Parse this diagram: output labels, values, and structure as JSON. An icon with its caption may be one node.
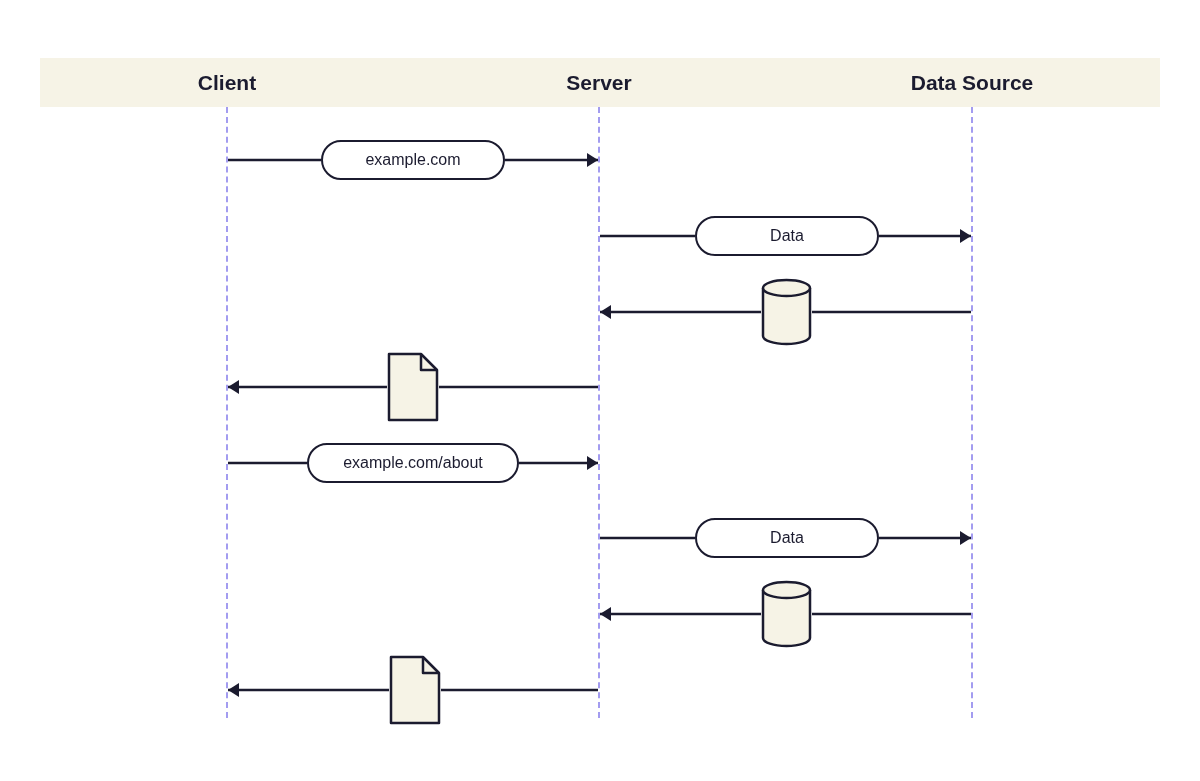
{
  "diagram": {
    "nodes": [
      {
        "text": [
          "Client",
          "Server",
          "Data Source"
        ]
      },
      {
        "text": [],
        "shape": "line"
      },
      {
        "text": [],
        "shape": "line"
      },
      {
        "text": [],
        "shape": "line"
      },
      {
        "text": [
          "example.com"
        ]
      },
      {
        "text": [
          "Data"
        ]
      },
      {
        "text": [],
        "shape": "cylinder"
      },
      {
        "text": [],
        "shape": "document"
      },
      {
        "text": [
          "example.com/about"
        ]
      },
      {
        "text": [
          "Data"
        ]
      },
      {
        "text": [],
        "shape": "cylinder"
      },
      {
        "text": [],
        "shape": "document"
      }
    ],
    "edges": [
      {
        "from": 1,
        "to": 4,
        "arrow": "none"
      },
      {
        "from": 4,
        "to": 2,
        "arrow": "to"
      },
      {
        "from": 2,
        "to": 5,
        "arrow": "none"
      },
      {
        "from": 5,
        "to": 3,
        "arrow": "to"
      },
      {
        "from": 3,
        "to": 6,
        "arrow": "none"
      },
      {
        "from": 6,
        "to": 2,
        "arrow": "to"
      },
      {
        "from": 2,
        "to": 7,
        "arrow": "none"
      },
      {
        "from": 7,
        "to": 1,
        "arrow": "to"
      },
      {
        "from": 1,
        "to": 8,
        "arrow": "none"
      },
      {
        "from": 8,
        "to": 2,
        "arrow": "to"
      },
      {
        "from": 2,
        "to": 9,
        "arrow": "none"
      },
      {
        "from": 9,
        "to": 3,
        "arrow": "to"
      },
      {
        "from": 3,
        "to": 10,
        "arrow": "none"
      },
      {
        "from": 10,
        "to": 2,
        "arrow": "to"
      },
      {
        "from": 2,
        "to": 11,
        "arrow": "none"
      },
      {
        "from": 11,
        "to": 1,
        "arrow": "to"
      }
    ]
  }
}
